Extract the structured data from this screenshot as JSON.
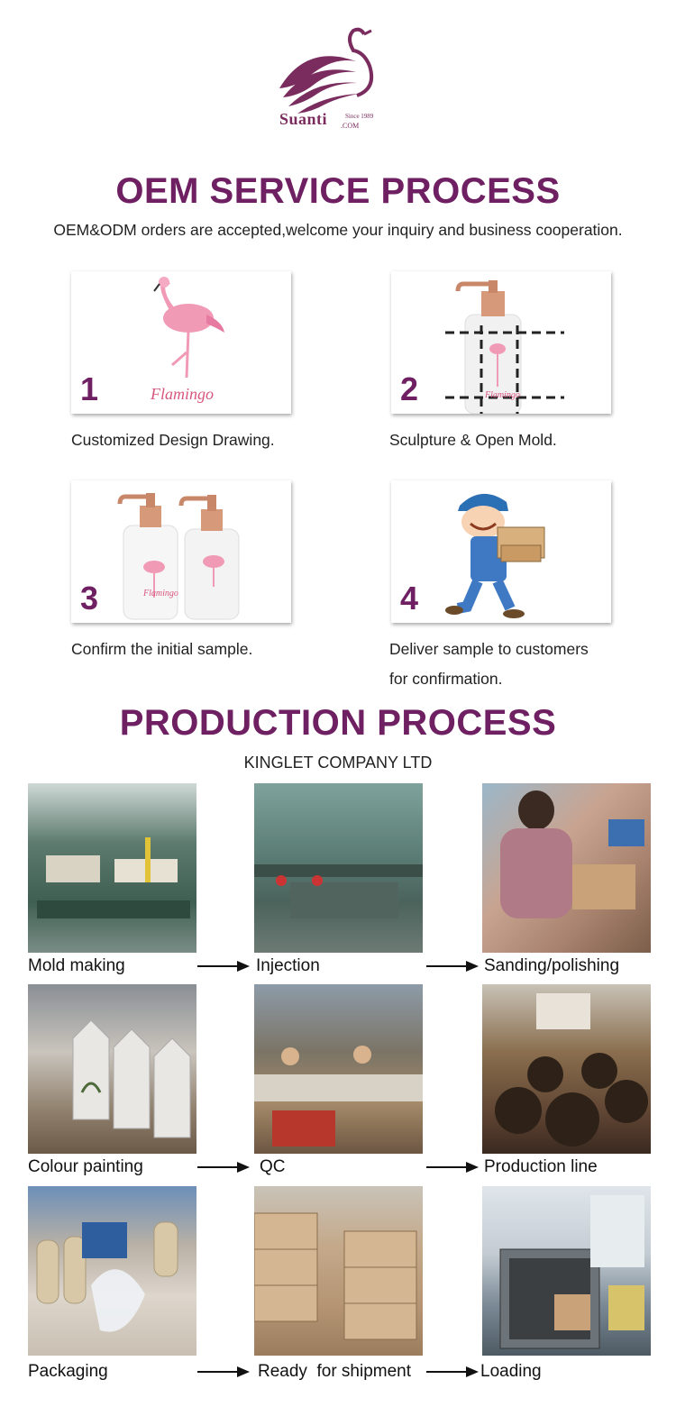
{
  "logo": {
    "brand": "Suanti",
    "since": "Since 1989",
    "domain": ".COM",
    "color": "#7a2c5e"
  },
  "oem": {
    "title": "OEM SERVICE PROCESS",
    "subtitle": "OEM&ODM orders are accepted,welcome your inquiry and business cooperation.",
    "steps": [
      {
        "number": "1",
        "caption": "Customized Design Drawing.",
        "image_text": "Flamingo"
      },
      {
        "number": "2",
        "caption": "Sculpture & Open Mold.",
        "image_text": "Flamingo"
      },
      {
        "number": "3",
        "caption": "Confirm the initial sample.",
        "image_text": "Flamingo"
      },
      {
        "number": "4",
        "caption_line1": "Deliver sample to customers",
        "caption_line2": "for confirmation."
      }
    ]
  },
  "production": {
    "title": "PRODUCTION PROCESS",
    "company": "KINGLET COMPANY LTD",
    "stages": [
      {
        "label": "Mold making"
      },
      {
        "label": "Injection"
      },
      {
        "label": "Sanding/polishing"
      },
      {
        "label": "Colour painting"
      },
      {
        "label": "QC"
      },
      {
        "label": "Production line"
      },
      {
        "label": "Packaging"
      },
      {
        "label": "Ready  for shipment"
      },
      {
        "label": "Loading"
      }
    ]
  },
  "colors": {
    "accent": "#6e2062",
    "text": "#222222"
  }
}
